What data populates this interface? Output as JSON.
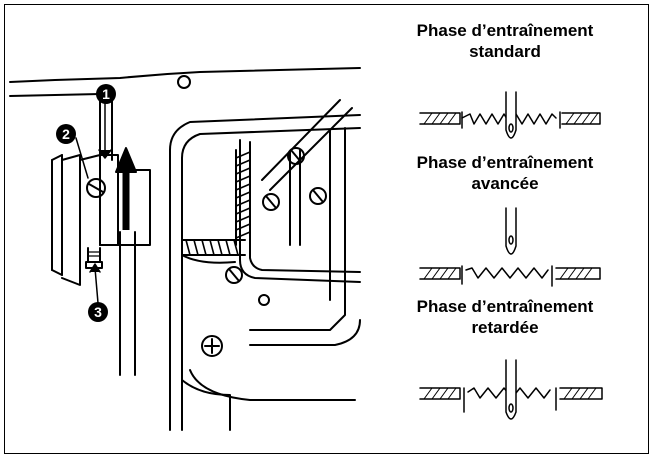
{
  "captions": {
    "standard": {
      "line1": "Phase d’entraînement",
      "line2": "standard"
    },
    "advanced": {
      "line1": "Phase d’entraînement",
      "line2": "avancée"
    },
    "retarded": {
      "line1": "Phase d’entraînement",
      "line2": "retardée"
    }
  },
  "callouts": {
    "one": "1",
    "two": "2",
    "three": "3"
  }
}
